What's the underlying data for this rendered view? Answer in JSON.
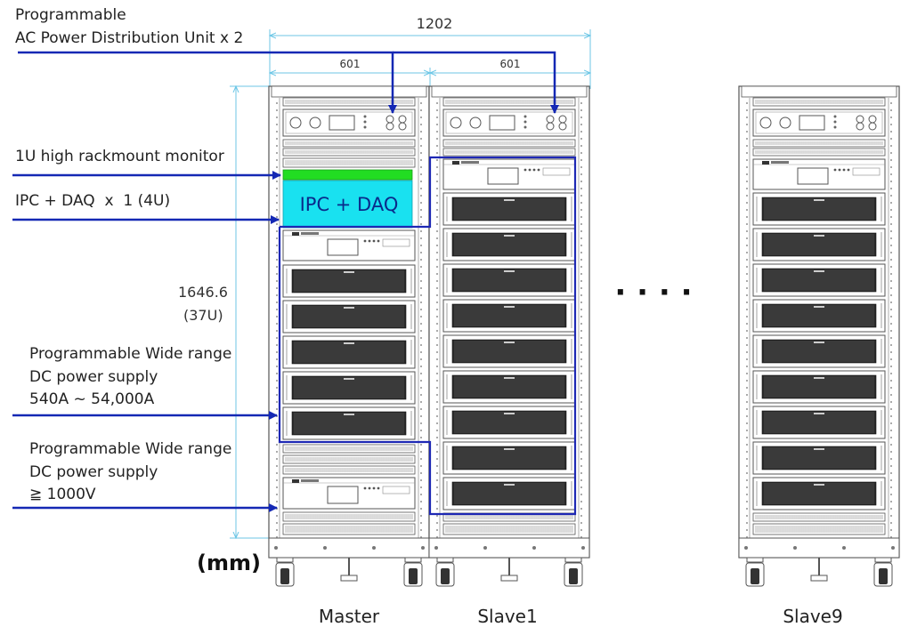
{
  "labels": {
    "acpdu_line1": "Programmable",
    "acpdu_line2": "AC Power Distribution Unit x 2",
    "monitor": "1U high rackmount monitor",
    "ipc": "IPC + DAQ  x  1 (4U)",
    "dc_wide_line1": "Programmable Wide range",
    "dc_wide_line2": "DC power supply",
    "dc_wide_line3": "540A ~ 54,000A",
    "dc_hv_line1": "Programmable Wide range",
    "dc_hv_line2": "DC power supply",
    "dc_hv_line3": "≧ 1000V"
  },
  "dimensions": {
    "total_width": "1202",
    "cabinet_width_1": "601",
    "cabinet_width_2": "601",
    "height_value": "1646.6",
    "height_units": "(37U)",
    "unit": "(mm)"
  },
  "ipc_box_label": "IPC + DAQ",
  "ellipsis": "· · · ·",
  "cabinets": {
    "master": "Master",
    "slave1": "Slave1",
    "slave9": "Slave9"
  },
  "colors": {
    "arrow": "#1428b4",
    "highlight_frame": "#1e28b4",
    "monitor_fill": "#22dd22",
    "ipc_fill": "#19e1f0",
    "dimension_line": "#6cc6e6",
    "rack_line": "#555555"
  }
}
